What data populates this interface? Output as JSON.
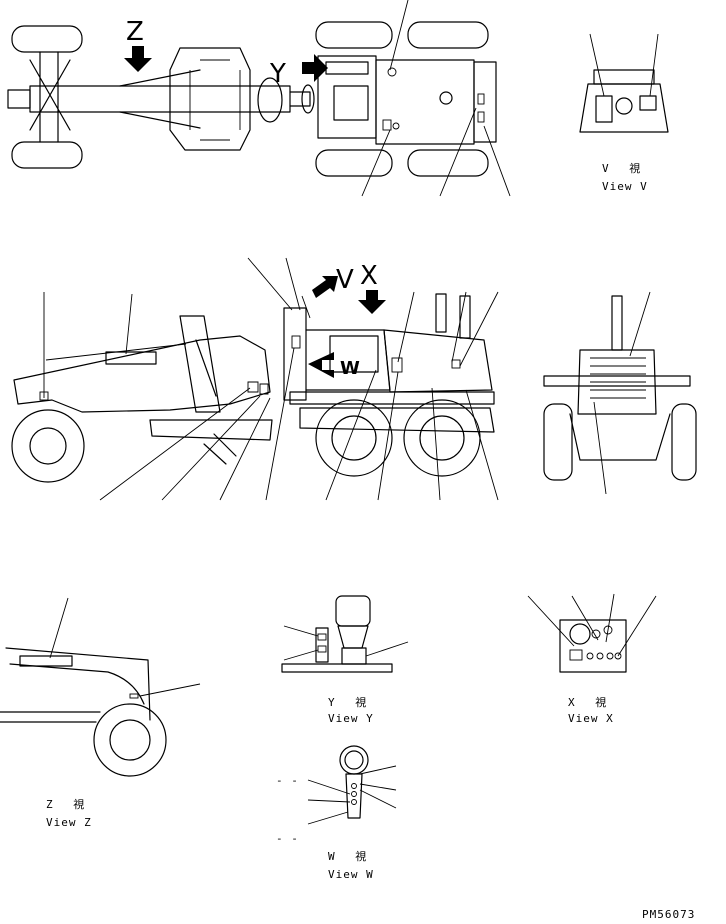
{
  "arrow_labels": {
    "z": "Z",
    "y": "Y",
    "v": "V",
    "x": "X",
    "w": "W"
  },
  "views": {
    "v": {
      "jp": "V　 視",
      "en": "View V"
    },
    "y": {
      "jp": "Y　 視",
      "en": "View Y"
    },
    "x": {
      "jp": "X　 視",
      "en": "View X"
    },
    "z": {
      "jp": "Z　 視",
      "en": "View Z"
    },
    "w": {
      "jp": "W　 視",
      "en": "View W"
    }
  },
  "part_code": "PM56073",
  "dash_marks": {
    "a": "- -",
    "b": "- -"
  }
}
